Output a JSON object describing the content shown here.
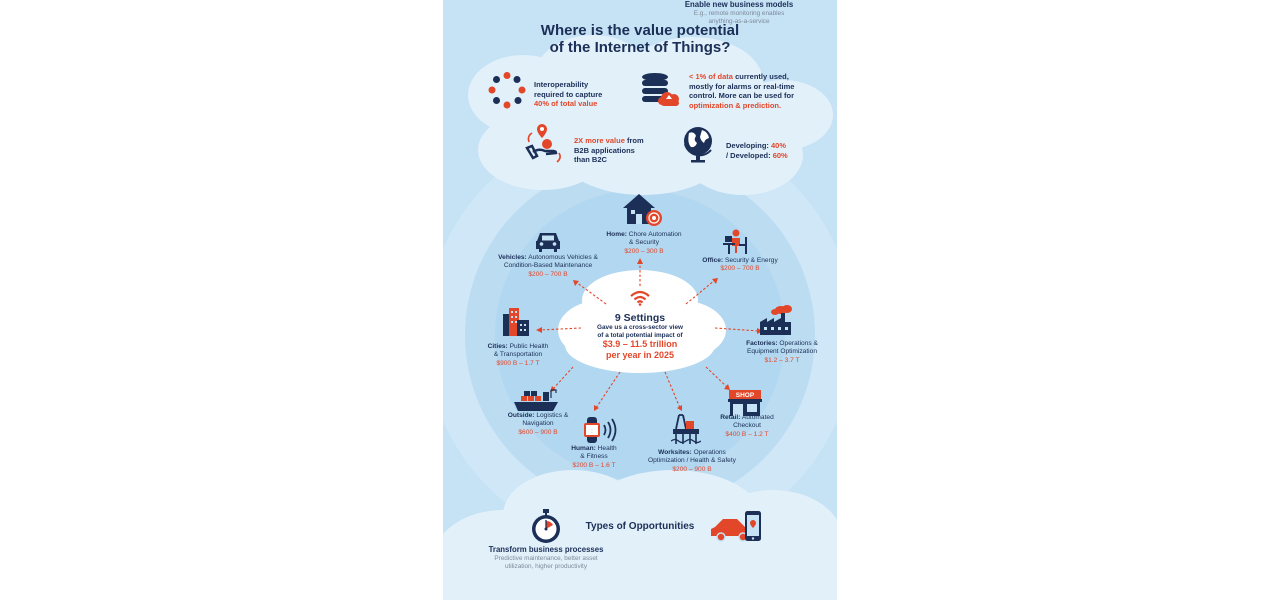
{
  "title": {
    "line1": "Where is the value potential",
    "line2": "of the Internet of Things?"
  },
  "facts": {
    "interop": {
      "l1": "Interoperability",
      "l2": "required to capture",
      "highlight": "40% of total value",
      "icon": "network-ring-icon"
    },
    "data": {
      "highlight": "< 1% of data",
      "l1_rest": " currently used,",
      "l2": "mostly for alarms or real-time",
      "l3": "control. More can be used for",
      "highlight2": "optimization & prediction.",
      "icon": "database-cloud-icon"
    },
    "b2b": {
      "highlight": "2X more value",
      "l1_rest": " from",
      "l2": "B2B applications",
      "l3": "than B2C",
      "icon": "hand-coin-icon"
    },
    "developing": {
      "l1": "Developing: ",
      "v1": "40%",
      "l2": "/ Developed: ",
      "v2": "60%",
      "icon": "globe-icon"
    }
  },
  "center": {
    "heading": "9 Settings",
    "line1": "Gave us a cross-sector view",
    "line2": "of a total potential impact of",
    "value1": "$3.9 – 11.5 trillion",
    "value2": "per year in 2025",
    "icon": "wifi-icon"
  },
  "settings": {
    "home": {
      "name": "Home:",
      "d1": " Chore Automation",
      "d2": "& Security",
      "value": "$200 – 300 B",
      "icon": "house-icon"
    },
    "vehicles": {
      "name": "Vehicles:",
      "d1": " Autonomous Vehicles &",
      "d2": "Condition-Based Maintenance",
      "value": "$200 – 700 B",
      "icon": "car-icon"
    },
    "office": {
      "name": "Office:",
      "d1": " Security & Energy",
      "value": "$200 – 700 B",
      "icon": "desk-worker-icon"
    },
    "cities": {
      "name": "Cities:",
      "d1": " Public Health",
      "d2": "& Transportation",
      "value": "$900 B – 1.7 T",
      "icon": "buildings-icon"
    },
    "factories": {
      "name": "Factories:",
      "d1": " Operations &",
      "d2": "Equipment Optimization",
      "value": "$1.2 – 3.7 T",
      "icon": "factory-icon"
    },
    "outside": {
      "name": "Outside:",
      "d1": " Logistics &",
      "d2": "Navigation",
      "value": "$600 – 900 B",
      "icon": "ship-icon"
    },
    "retail": {
      "name": "Retail:",
      "d1": " Automated",
      "d2": "Checkout",
      "value": "$400 B – 1.2 T",
      "icon": "shop-icon",
      "sign": "SHOP"
    },
    "human": {
      "name": "Human:",
      "d1": " Health",
      "d2": "& Fitness",
      "value": "$200 B – 1.6 T",
      "icon": "smartwatch-icon"
    },
    "worksites": {
      "name": "Worksites:",
      "d1": " Operations",
      "d2": "Optimization / Health & Safety",
      "value": "$200 – 900 B",
      "icon": "oil-rig-icon"
    }
  },
  "opportunities": {
    "heading": "Types of Opportunities",
    "left": {
      "title": "Transform business processes",
      "d1": "Predictive maintenance, better asset",
      "d2": "utilization, higher productivity",
      "icon": "stopwatch-icon"
    },
    "right": {
      "title": "Enable new business models",
      "d1": "E.g., remote monitoring enables",
      "d2": "anything-as-a-service",
      "icon": "car-phone-icon"
    }
  },
  "colors": {
    "navy": "#1b2f57",
    "orange": "#e3472a",
    "sky": "#c6e2f5",
    "cloud": "#ffffff"
  }
}
